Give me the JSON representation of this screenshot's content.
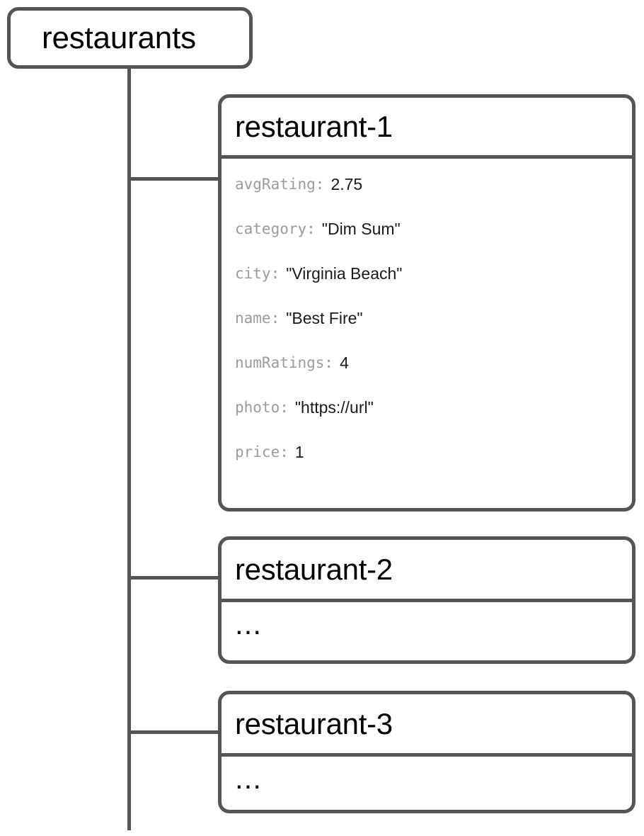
{
  "diagram": {
    "type": "firestore-collection-tree",
    "stroke_color": "#555555",
    "key_color": "#9b9b9b",
    "value_color": "#1a1a1a",
    "background": "#ffffff"
  },
  "root": {
    "label": "restaurants",
    "kind": "collection"
  },
  "documents": [
    {
      "id": "restaurant-1",
      "expanded": true,
      "fields": [
        {
          "key": "avgRating:",
          "value": "2.75"
        },
        {
          "key": "category:",
          "value": "\"Dim Sum\""
        },
        {
          "key": "city:",
          "value": "\"Virginia Beach\""
        },
        {
          "key": "name:",
          "value": "\"Best Fire\""
        },
        {
          "key": "numRatings:",
          "value": "4"
        },
        {
          "key": "photo:",
          "value": "\"https://url\""
        },
        {
          "key": "price:",
          "value": "1"
        }
      ],
      "placeholder": ""
    },
    {
      "id": "restaurant-2",
      "expanded": false,
      "fields": [],
      "placeholder": "..."
    },
    {
      "id": "restaurant-3",
      "expanded": false,
      "fields": [],
      "placeholder": "..."
    }
  ]
}
